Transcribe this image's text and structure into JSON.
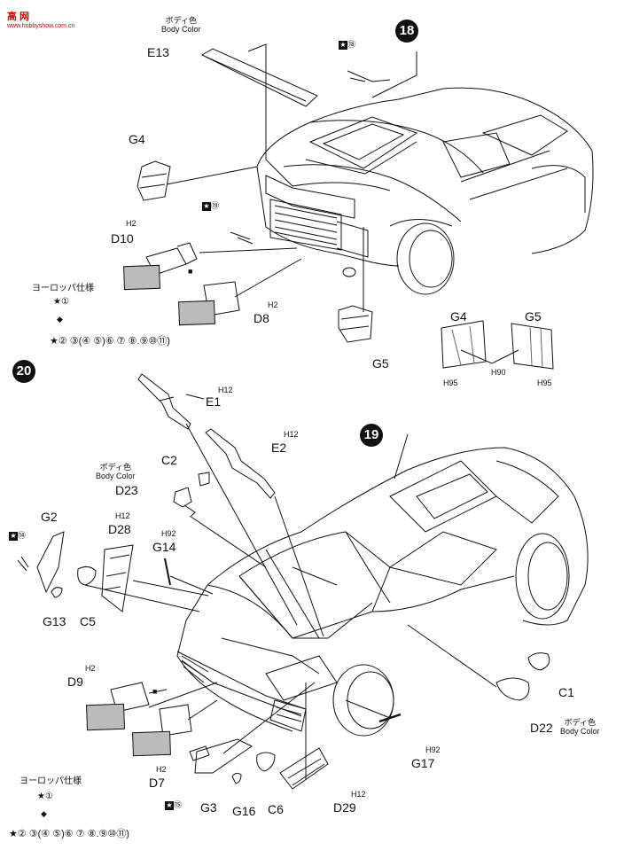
{
  "watermark": {
    "text": "高 网",
    "url": "www.hobbyshow.com.cn"
  },
  "steps": {
    "step19_ref": "19",
    "step18": "18",
    "step20": "20",
    "step19": "19"
  },
  "parts": {
    "E13": "E13",
    "G4": "G4",
    "D10": "D10",
    "D8": "D8",
    "G5": "G5",
    "E1": "E1",
    "E2": "E2",
    "C2": "C2",
    "D23": "D23",
    "G2": "G2",
    "D28": "D28",
    "G14": "G14",
    "G13": "G13",
    "C5": "C5",
    "D9": "D9",
    "D7": "D7",
    "G3": "G3",
    "G16": "G16",
    "C6": "C6",
    "D29": "D29",
    "G17": "G17",
    "C1": "C1",
    "D22": "D22",
    "G4_detail": "G4",
    "G5_detail": "G5"
  },
  "paint_codes": {
    "h2_d10": "H2",
    "h2_d8": "H2",
    "h12_e1": "H12",
    "h12_e2": "H12",
    "h12_d28": "H12",
    "h92_g14": "H92",
    "h2_d9": "H2",
    "h2_d7": "H2",
    "h92_g17": "H92",
    "h12_d29": "H12",
    "h95_left": "H95",
    "h90": "H90",
    "h95_right": "H95"
  },
  "notes": {
    "body_color_jp": "ボディ色",
    "body_color_en": "Body Color",
    "europe_spec": "ヨーロッパ仕様",
    "decal_18": "⑱",
    "decal_19": "⑲",
    "decal_14": "⑭",
    "decal_15": "⑮",
    "decal_1": "①",
    "sequence": "②  ③(④  ⑤)⑥  ⑦  ⑧.⑨⑩⑪)"
  },
  "icons": {
    "star_box": "star-decal-icon",
    "checker": "checker-flag-icon",
    "diamond": "diamond-plate-icon"
  }
}
